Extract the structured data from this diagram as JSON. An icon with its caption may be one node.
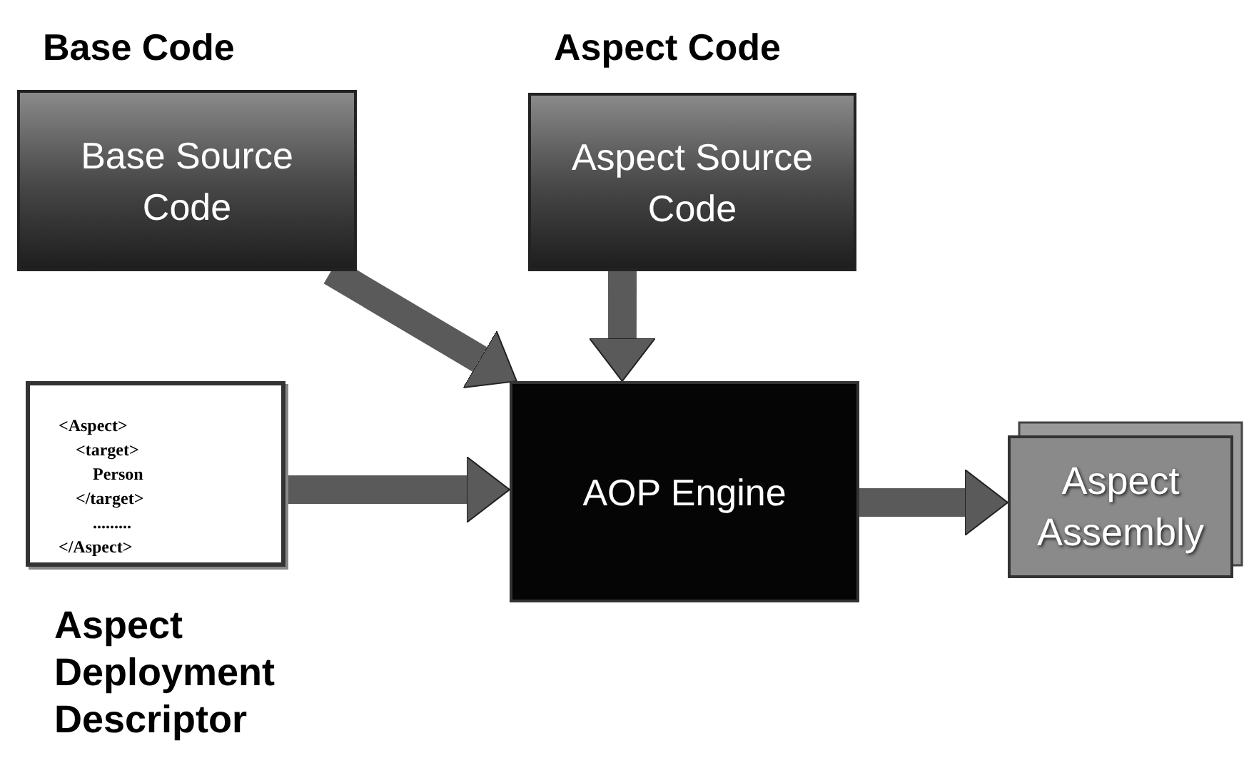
{
  "diagram": {
    "nodes": [
      {
        "text": [
          "Base Code",
          "Base Source Code"
        ]
      },
      {
        "text": [
          "Aspect Code",
          "Aspect Source Code"
        ]
      },
      {
        "text": [
          "<Aspect>",
          "<target>",
          "Person",
          "</target>",
          ".........",
          "</Aspect>"
        ],
        "beside": [
          "Aspect Deployment Descriptor"
        ]
      },
      {
        "text": [
          "AOP Engine"
        ]
      },
      {
        "text": [
          "Aspect Assembly"
        ]
      }
    ],
    "edges": [
      {
        "from": 0,
        "to": 3,
        "arrow": "to"
      },
      {
        "from": 1,
        "to": 3,
        "arrow": "to"
      },
      {
        "from": 2,
        "to": 3,
        "arrow": "to"
      },
      {
        "from": 3,
        "to": 4,
        "arrow": "to"
      }
    ]
  }
}
